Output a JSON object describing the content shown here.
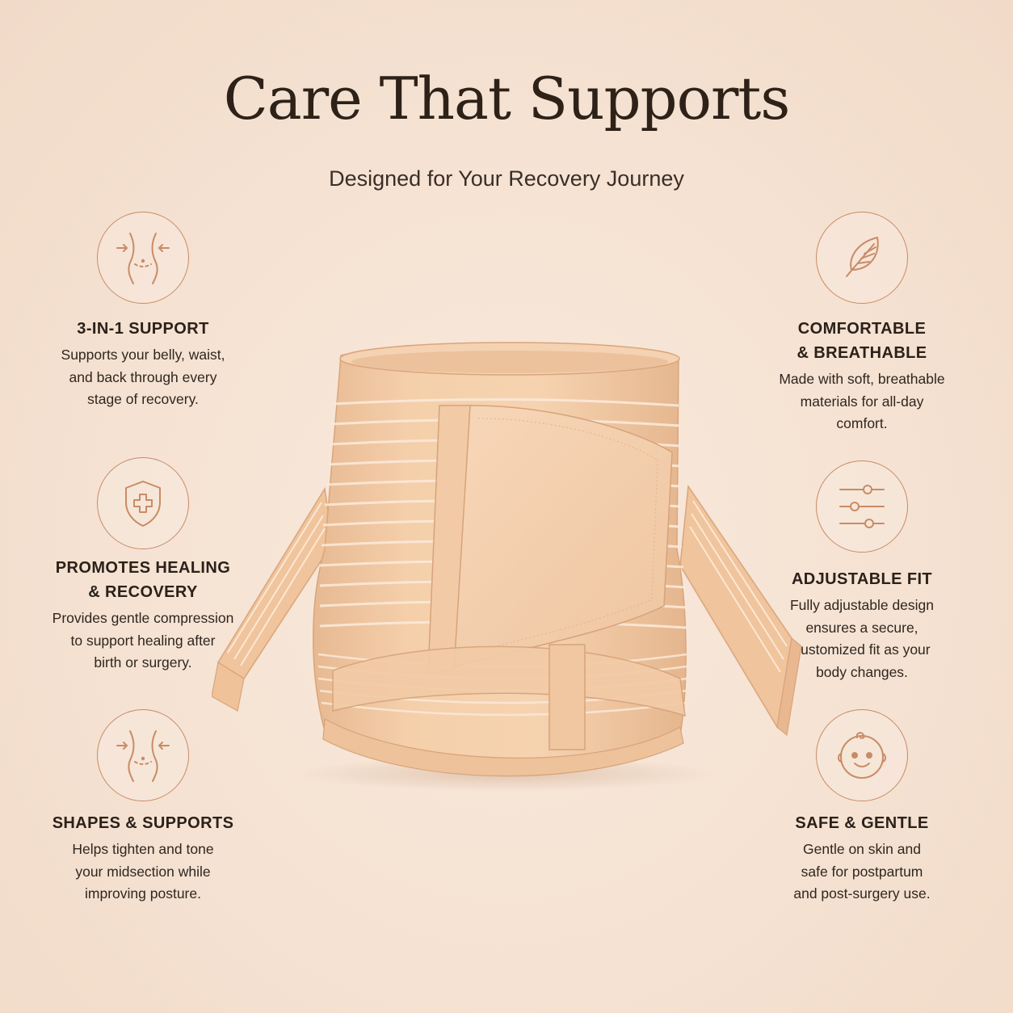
{
  "header": {
    "title": "Care That Supports",
    "subtitle": "Designed for Your Recovery Journey"
  },
  "colors": {
    "background": "#f5e2d2",
    "icon_stroke": "#c98b66",
    "text": "#2d221b",
    "product": "#f0c9a4"
  },
  "features_left": [
    {
      "icon": "waist-compression-icon",
      "title": "3-IN-1 SUPPORT",
      "desc_lines": [
        "Supports your belly, waist,",
        "and back through every",
        "stage of recovery."
      ]
    },
    {
      "icon": "shield-plus-icon",
      "title_lines": [
        "PROMOTES HEALING",
        "& RECOVERY"
      ],
      "desc_lines": [
        "Provides gentle compression",
        "to support healing after",
        "birth or surgery."
      ]
    },
    {
      "icon": "waist-compression-icon",
      "title": "SHAPES & SUPPORTS",
      "desc_lines": [
        "Helps tighten and tone",
        "your midsection while",
        "improving posture."
      ]
    }
  ],
  "features_right": [
    {
      "icon": "feather-icon",
      "title_lines": [
        "COMFORTABLE",
        "& BREATHABLE"
      ],
      "desc_lines": [
        "Made with soft, breathable",
        "materials for all-day",
        "comfort."
      ]
    },
    {
      "icon": "sliders-icon",
      "title": "ADJUSTABLE FIT",
      "desc_lines": [
        "Fully adjustable design",
        "ensures a secure,",
        "customized fit as your",
        "body changes."
      ]
    },
    {
      "icon": "baby-face-icon",
      "title": "SAFE & GENTLE",
      "desc_lines": [
        "Gentle on skin and",
        "safe for postpartum",
        "and post-surgery use."
      ]
    }
  ]
}
